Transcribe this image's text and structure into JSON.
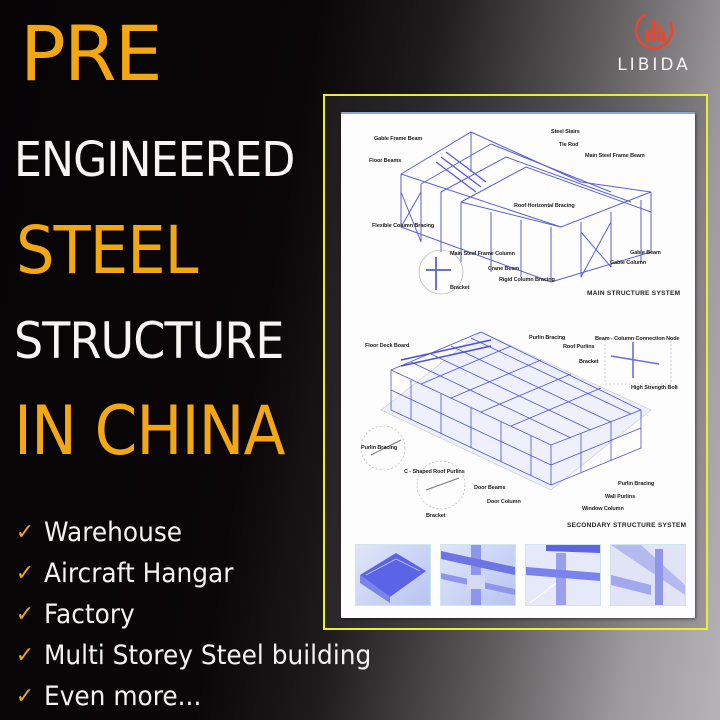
{
  "brand": {
    "name": "LIBIDA",
    "logo_icon": "building-circle-logo-icon",
    "logo_color": "#e8472f"
  },
  "headline": {
    "line1": "PRE",
    "line2": "ENGINEERED",
    "line3": "STEEL",
    "line4": "STRUCTURE",
    "line5": "IN CHINA",
    "accent_color": "#f3a712",
    "text_color": "#f7f5f3"
  },
  "features": {
    "check_icon": "checkmark-icon",
    "items": [
      {
        "label": "Warehouse"
      },
      {
        "label": "Aircraft Hangar"
      },
      {
        "label": "Factory"
      },
      {
        "label": "Multi Storey Steel building"
      },
      {
        "label": "Even more..."
      }
    ]
  },
  "frame": {
    "border_color": "#e7f02a"
  },
  "document": {
    "main_structure": {
      "title": "MAIN STRUCTURE SYSTEM",
      "labels": [
        "Gable Frame Beam",
        "Floor Beams",
        "Steel Stairs",
        "Tie Rod",
        "Main Steel Frame Beam",
        "Roof Horizontal Bracing",
        "Flexible Column Bracing",
        "Main Steel Frame Column",
        "Crane Beam",
        "Rigid Column Bracing",
        "Gable Beam",
        "Gable Column",
        "Bracket"
      ]
    },
    "secondary_structure": {
      "title": "SECONDARY STRUCTURE SYSTEM",
      "labels": [
        "Floor Deck Board",
        "Purlin Bracing",
        "Roof Purlins",
        "Beam - Column Connection Node",
        "Bracket",
        "High Strength Bolt",
        "Purlin Bracing",
        "C - Shaped Roof Purlins",
        "Door Beams",
        "Door Column",
        "Bracket",
        "Purlin Bracing",
        "Wall Purlins",
        "Window Column"
      ]
    },
    "thumbnails": [
      {
        "name": "building-render"
      },
      {
        "name": "column-connection"
      },
      {
        "name": "beam-bracket"
      },
      {
        "name": "node-detail"
      }
    ]
  }
}
